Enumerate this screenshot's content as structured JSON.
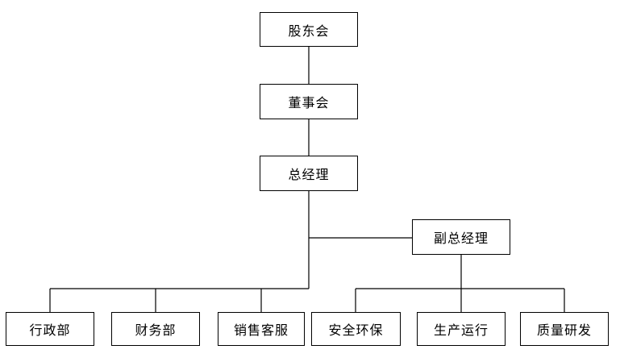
{
  "diagram": {
    "type": "org-chart",
    "background_color": "#ffffff",
    "box_border_color": "#000000",
    "connector_color": "#000000",
    "text_color": "#000000",
    "nodes": {
      "shareholders_meeting": {
        "label": "股东会",
        "level": 1
      },
      "board_of_directors": {
        "label": "董事会",
        "level": 2
      },
      "general_manager": {
        "label": "总经理",
        "level": 3
      },
      "deputy_general_manager": {
        "label": "副总经理",
        "level": 4
      },
      "admin_department": {
        "label": "行政部",
        "level": 5
      },
      "finance_department": {
        "label": "财务部",
        "level": 5
      },
      "sales_customer_service": {
        "label": "销售客服",
        "level": 5
      },
      "safety_environment": {
        "label": "安全环保",
        "level": 5
      },
      "production_operation": {
        "label": "生产运行",
        "level": 5
      },
      "quality_research": {
        "label": "质量研发",
        "level": 5
      }
    },
    "edges": [
      {
        "from": "股东会",
        "to": "董事会"
      },
      {
        "from": "董事会",
        "to": "总经理"
      },
      {
        "from": "总经理",
        "to": "副总经理"
      },
      {
        "from": "总经理",
        "to": "行政部"
      },
      {
        "from": "总经理",
        "to": "财务部"
      },
      {
        "from": "总经理",
        "to": "销售客服"
      },
      {
        "from": "副总经理",
        "to": "安全环保"
      },
      {
        "from": "副总经理",
        "to": "生产运行"
      },
      {
        "from": "副总经理",
        "to": "质量研发"
      }
    ]
  }
}
